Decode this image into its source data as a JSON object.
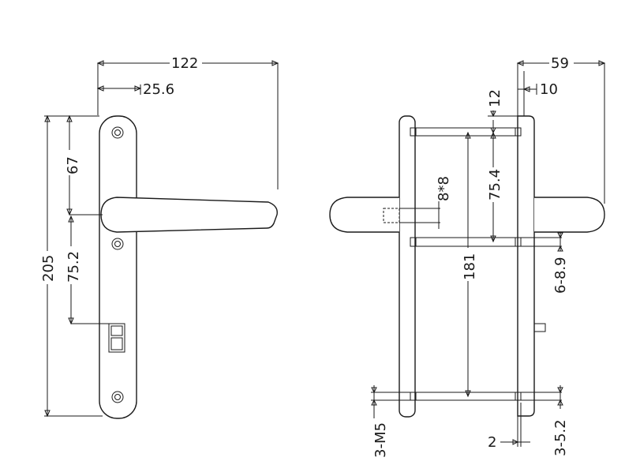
{
  "dimensions": {
    "front_width_total": "122",
    "front_handle_offset": "25.6",
    "front_height_total": "205",
    "front_hole_to_handle": "67",
    "front_handle_to_lock": "75.2",
    "side_depth_total": "59",
    "side_plate_thickness": "10",
    "side_top_offset": "12",
    "side_spindle": "8*8",
    "side_screw_spacing_upper": "75.4",
    "side_screw_spacing_total": "181",
    "side_spindle_range": "6-8.9",
    "side_screws": "3-M5",
    "side_plate_gap": "2",
    "side_screw_dia": "3-5.2"
  }
}
